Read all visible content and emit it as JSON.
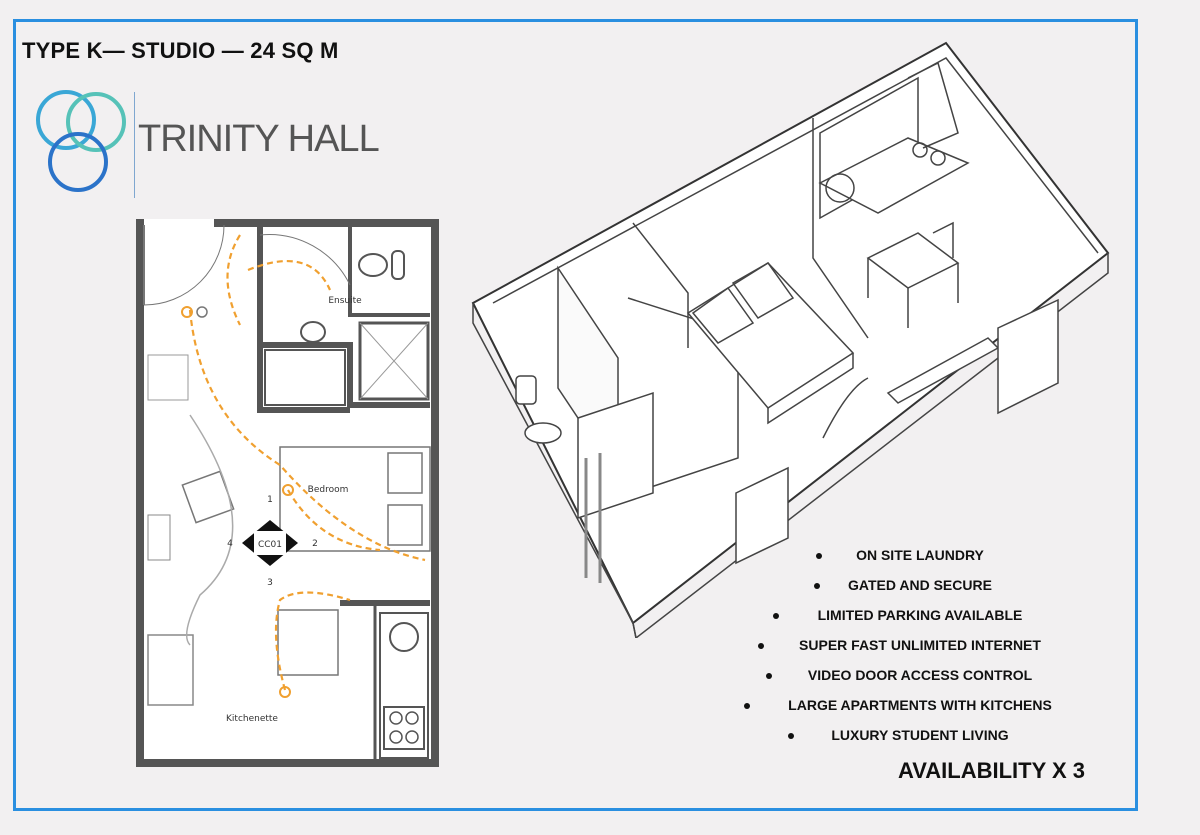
{
  "title": "TYPE K— STUDIO — 24 SQ M",
  "logo": {
    "name": "TRINITY HALL",
    "icon": "trinity-rings-logo",
    "colors": [
      "#3aa7d6",
      "#2b73c9",
      "#56c2b8"
    ]
  },
  "floor_plan": {
    "rooms": {
      "ensuite": "Ensuite",
      "bedroom": "Bedroom",
      "kitchenette": "Kitchenette"
    },
    "camera_label": "CC01",
    "view_numbers": [
      "1",
      "2",
      "3",
      "4"
    ]
  },
  "features": [
    "ON SITE LAUNDRY",
    "GATED AND SECURE",
    "LIMITED PARKING AVAILABLE",
    "SUPER FAST UNLIMITED INTERNET",
    "VIDEO DOOR ACCESS CONTROL",
    "LARGE APARTMENTS WITH KITCHENS",
    "LUXURY STUDENT LIVING"
  ],
  "availability": "AVAILABILITY X 3",
  "colors": {
    "frame": "#2a8fe0",
    "path": "#f0a030",
    "wall": "#555555"
  }
}
